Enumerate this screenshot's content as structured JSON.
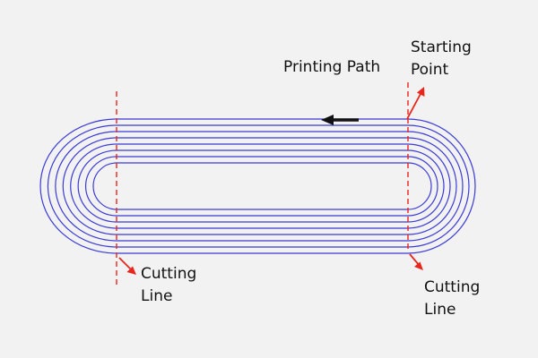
{
  "labels": {
    "printing_path": "Printing Path",
    "starting_point": [
      "Starting",
      "Point"
    ],
    "cutting_line_left": [
      "Cutting",
      "Line"
    ],
    "cutting_line_right": [
      "Cutting",
      "Line"
    ]
  },
  "colors": {
    "background": "#f2f2f2",
    "path_lines": "#3b3bd8",
    "cutting_line": "#e8261c",
    "pointer_arrows": "#e8261c",
    "direction_arrow": "#111111",
    "text": "#111111"
  },
  "diagram": {
    "path_loop_count": 8,
    "direction": "right-to-left along top edge"
  }
}
